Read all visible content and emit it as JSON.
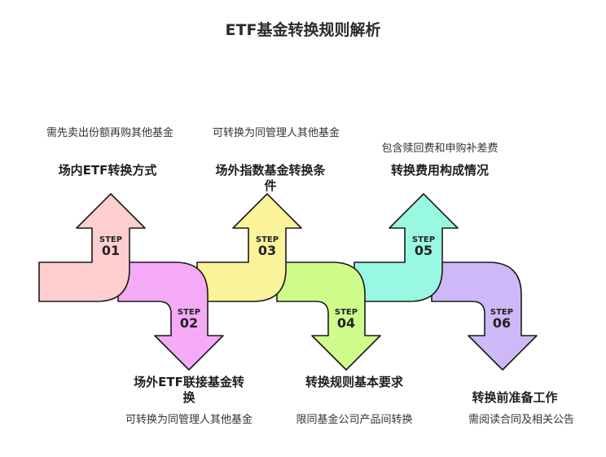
{
  "title": "ETF基金转换规则解析",
  "step_word": "STEP",
  "colors": {
    "step1": "#FFCFD0",
    "step2": "#F4AAF7",
    "step3": "#FBF39A",
    "step4": "#CFFD8C",
    "step5": "#99F8E1",
    "step6": "#CFB8F8",
    "outline": "#1a1a1a"
  },
  "steps": [
    {
      "num": "01",
      "heading": "场内ETF转换方式",
      "description": "需先卖出份额再购其他基金"
    },
    {
      "num": "02",
      "heading": "场外ETF联接基金转换",
      "description": "可转换为同管理人其他基金"
    },
    {
      "num": "03",
      "heading": "场外指数基金转换条件",
      "description": "可转换为同管理人其他基金"
    },
    {
      "num": "04",
      "heading": "转换规则基本要求",
      "description": "限同基金公司产品间转换"
    },
    {
      "num": "05",
      "heading": "转换费用构成情况",
      "description": "包含赎回费和申购补差费"
    },
    {
      "num": "06",
      "heading": "转换前准备工作",
      "description": "需阅读合同及相关公告"
    }
  ]
}
